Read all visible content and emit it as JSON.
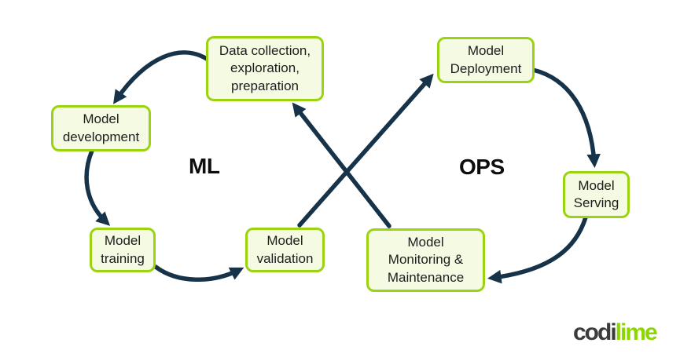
{
  "diagram": {
    "ml_label": "ML",
    "ops_label": "OPS",
    "nodes": [
      {
        "id": "data-collection",
        "label": "Data collection,\nexploration,\npreparation"
      },
      {
        "id": "model-development",
        "label": "Model\ndevelopment"
      },
      {
        "id": "model-training",
        "label": "Model\ntraining"
      },
      {
        "id": "model-validation",
        "label": "Model\nvalidation"
      },
      {
        "id": "model-deployment",
        "label": "Model\nDeployment"
      },
      {
        "id": "model-serving",
        "label": "Model\nServing"
      },
      {
        "id": "model-monitoring",
        "label": "Model\nMonitoring &\nMaintenance"
      }
    ],
    "connections": [
      {
        "from": "Data collection, exploration, preparation",
        "to": "Model development"
      },
      {
        "from": "Model development",
        "to": "Model training"
      },
      {
        "from": "Model training",
        "to": "Model validation"
      },
      {
        "from": "Model validation",
        "to": "Model Deployment"
      },
      {
        "from": "Model Deployment",
        "to": "Model Serving"
      },
      {
        "from": "Model Serving",
        "to": "Model Monitoring & Maintenance"
      },
      {
        "from": "Model Monitoring & Maintenance",
        "to": "Data collection, exploration, preparation"
      }
    ]
  },
  "logo": {
    "part1": "codi",
    "part2": "lime"
  },
  "colors": {
    "box_fill": "#f5fae3",
    "box_border": "#9ad411",
    "arrow": "#16334a",
    "text": "#1d1d1d",
    "logo_dark": "#3b3b3b",
    "logo_lime": "#8cd600"
  }
}
